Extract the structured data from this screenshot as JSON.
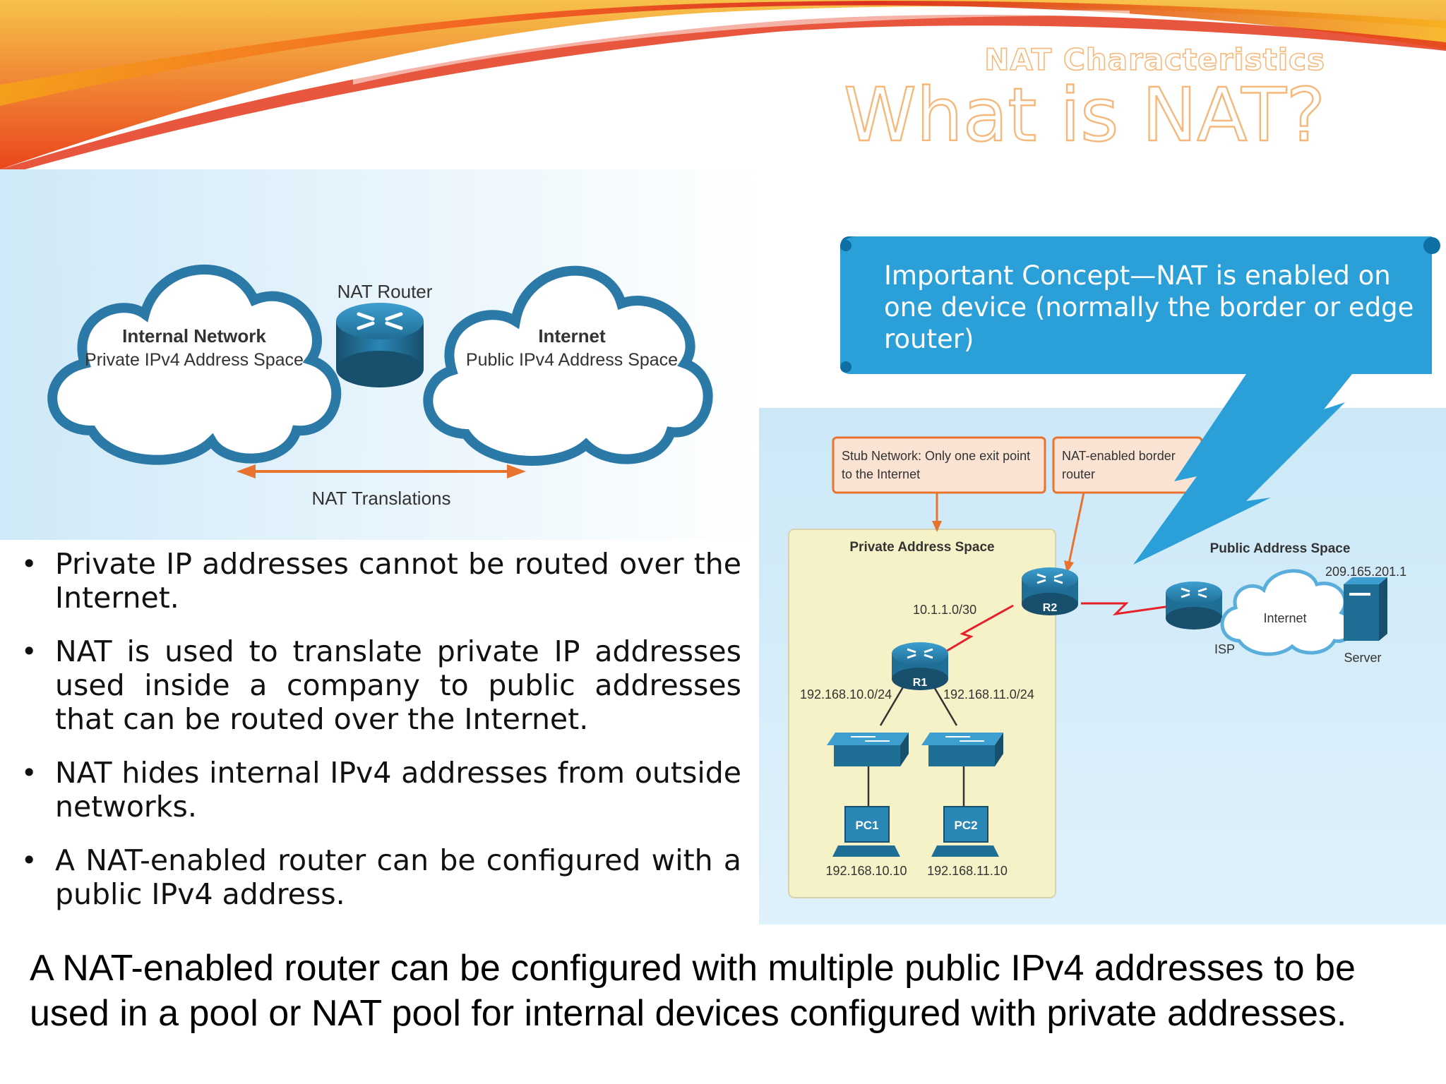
{
  "slide": {
    "subtitle": "NAT Characteristics",
    "title": "What is NAT?"
  },
  "diagram_top": {
    "internal_title": "Internal Network",
    "internal_sub": "Private IPv4 Address Space",
    "router_label": "NAT Router",
    "internet_title": "Internet",
    "internet_sub": "Public IPv4 Address Space",
    "translations_label": "NAT Translations"
  },
  "callout": {
    "text": "Important Concept—NAT is enabled on one device (normally the border or edge router)"
  },
  "diagram_topology": {
    "stub_note": "Stub Network: Only one exit point to the Internet",
    "border_note": "NAT-enabled border router",
    "private_space": "Private Address Space",
    "public_space": "Public Address Space",
    "serial_net": "10.1.1.0/30",
    "lan1": "192.168.10.0/24",
    "lan2": "192.168.11.0/24",
    "r1": "R1",
    "r2": "R2",
    "isp": "ISP",
    "internet": "Internet",
    "server": "Server",
    "server_ip": "209.165.201.1",
    "pc1": "PC1",
    "pc2": "PC2",
    "pc1_ip": "192.168.10.10",
    "pc2_ip": "192.168.11.10"
  },
  "bullets": [
    "Private IP addresses cannot be routed over the Internet.",
    "NAT is used to translate private IP addresses used inside a company to public addresses that can be routed over the Internet.",
    "NAT hides internal IPv4 addresses from outside networks.",
    "A NAT-enabled router can be configured with a public IPv4 address."
  ],
  "bottom_text": "A NAT-enabled router can be configured with multiple public IPv4 addresses to be used in a pool or NAT pool for internal devices configured with private addresses.",
  "colors": {
    "accent_orange": "#f6b87a",
    "callout_blue": "#2a9fd8",
    "router_blue": "#1f6e96",
    "arrow_orange": "#e8732f"
  }
}
